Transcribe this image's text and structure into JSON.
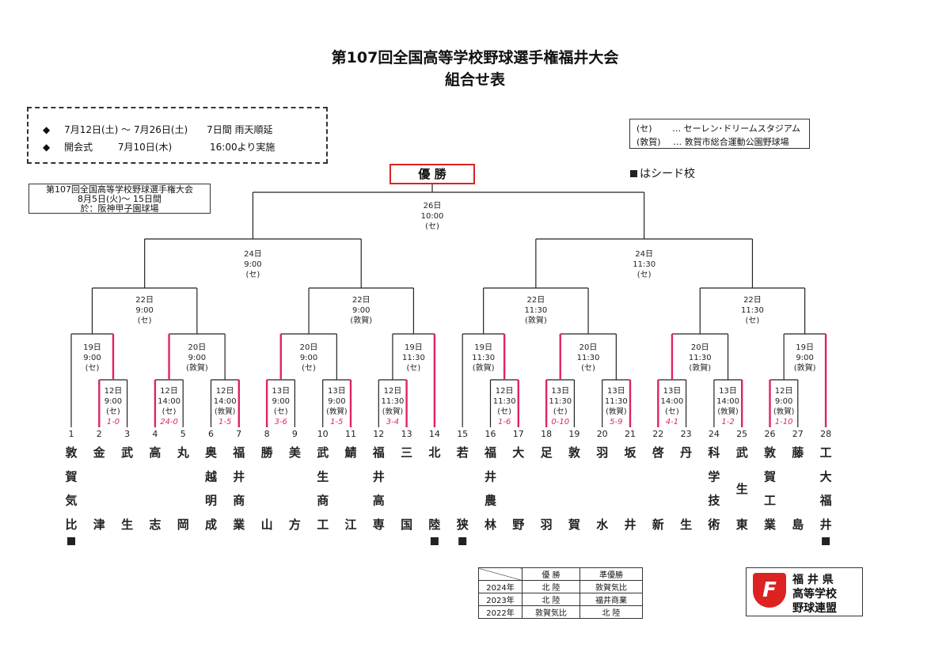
{
  "header": {
    "title": "第107回全国高等学校野球選手権福井大会",
    "subtitle": "組合せ表"
  },
  "info": {
    "line1_dates": "7月12日(土) ～ 7月26日(土)",
    "line1_days": "7日間 雨天順延",
    "line2_label": "開会式",
    "line2_date": "7月10日(木)",
    "line2_time": "16:00より実施",
    "bullet": "◆"
  },
  "venues": {
    "line1_abbr": "(セ)",
    "line1_name": "… セーレン･ドリームスタジアム",
    "line2_abbr": "(敦賀)",
    "line2_name": "… 敦賀市総合運動公園野球場"
  },
  "koshien": {
    "line1": "第107回全国高等学校野球選手権大会",
    "line2": "8月5日(火)～ 15日間",
    "line3": "於：阪神甲子園球場"
  },
  "winner_label": "優 勝",
  "seed_note": "はシード校",
  "teams": [
    {
      "num": "1",
      "name": "敦賀気比",
      "seed": true
    },
    {
      "num": "2",
      "name": "金津",
      "seed": false
    },
    {
      "num": "3",
      "name": "武生",
      "seed": false
    },
    {
      "num": "4",
      "name": "高志",
      "seed": false
    },
    {
      "num": "5",
      "name": "丸岡",
      "seed": false
    },
    {
      "num": "6",
      "name": "奥越明成",
      "seed": false
    },
    {
      "num": "7",
      "name": "福井商業",
      "seed": false
    },
    {
      "num": "8",
      "name": "勝山",
      "seed": false
    },
    {
      "num": "9",
      "name": "美方",
      "seed": false
    },
    {
      "num": "10",
      "name": "武生商工",
      "seed": false
    },
    {
      "num": "11",
      "name": "鯖江",
      "seed": false
    },
    {
      "num": "12",
      "name": "福井高専",
      "seed": false
    },
    {
      "num": "13",
      "name": "三国",
      "seed": false
    },
    {
      "num": "14",
      "name": "北陸",
      "seed": true
    },
    {
      "num": "15",
      "name": "若狭",
      "seed": true
    },
    {
      "num": "16",
      "name": "福井農林",
      "seed": false
    },
    {
      "num": "17",
      "name": "大野",
      "seed": false
    },
    {
      "num": "18",
      "name": "足羽",
      "seed": false
    },
    {
      "num": "19",
      "name": "敦賀",
      "seed": false
    },
    {
      "num": "20",
      "name": "羽水",
      "seed": false
    },
    {
      "num": "21",
      "name": "坂井",
      "seed": false
    },
    {
      "num": "22",
      "name": "啓新",
      "seed": false
    },
    {
      "num": "23",
      "name": "丹生",
      "seed": false
    },
    {
      "num": "24",
      "name": "科学技術",
      "seed": false
    },
    {
      "num": "25",
      "name": "武生東",
      "seed": false
    },
    {
      "num": "26",
      "name": "敦賀工業",
      "seed": false
    },
    {
      "num": "27",
      "name": "藤島",
      "seed": false
    },
    {
      "num": "28",
      "name": "工大福井",
      "seed": true
    }
  ],
  "round1": [
    {
      "day": "12日",
      "time": "9:00",
      "venue": "(セ)",
      "score": "1-0"
    },
    {
      "day": "12日",
      "time": "14:00",
      "venue": "(セ)",
      "score": "24-0"
    },
    {
      "day": "12日",
      "time": "14:00",
      "venue": "(敦賀)",
      "score": "1-5"
    },
    {
      "day": "13日",
      "time": "9:00",
      "venue": "(セ)",
      "score": "3-6"
    },
    {
      "day": "13日",
      "time": "9:00",
      "venue": "(敦賀)",
      "score": "1-5"
    },
    {
      "day": "12日",
      "time": "11:30",
      "venue": "(敦賀)",
      "score": "3-4"
    },
    {
      "day": "12日",
      "time": "11:30",
      "venue": "(セ)",
      "score": "1-6"
    },
    {
      "day": "13日",
      "time": "11:30",
      "venue": "(セ)",
      "score": "0-10"
    },
    {
      "day": "13日",
      "time": "11:30",
      "venue": "(敦賀)",
      "score": "5-9"
    },
    {
      "day": "13日",
      "time": "14:00",
      "venue": "(セ)",
      "score": "4-1"
    },
    {
      "day": "13日",
      "time": "14:00",
      "venue": "(敦賀)",
      "score": "1-2"
    },
    {
      "day": "12日",
      "time": "9:00",
      "venue": "(敦賀)",
      "score": "1-10"
    }
  ],
  "round2": [
    {
      "day": "19日",
      "time": "9:00",
      "venue": "(セ)"
    },
    {
      "day": "20日",
      "time": "9:00",
      "venue": "(敦賀)"
    },
    {
      "day": "20日",
      "time": "9:00",
      "venue": "(セ)"
    },
    {
      "day": "19日",
      "time": "11:30",
      "venue": "(セ)"
    },
    {
      "day": "19日",
      "time": "11:30",
      "venue": "(敦賀)"
    },
    {
      "day": "20日",
      "time": "11:30",
      "venue": "(セ)"
    },
    {
      "day": "20日",
      "time": "11:30",
      "venue": "(敦賀)"
    },
    {
      "day": "19日",
      "time": "9:00",
      "venue": "(敦賀)"
    }
  ],
  "quarterfinals": [
    {
      "day": "22日",
      "time": "9:00",
      "venue": "(セ)"
    },
    {
      "day": "22日",
      "time": "9:00",
      "venue": "(敦賀)"
    },
    {
      "day": "22日",
      "time": "11:30",
      "venue": "(敦賀)"
    },
    {
      "day": "22日",
      "time": "11:30",
      "venue": "(セ)"
    }
  ],
  "semifinals": [
    {
      "day": "24日",
      "time": "9:00",
      "venue": "(セ)"
    },
    {
      "day": "24日",
      "time": "11:30",
      "venue": "(セ)"
    }
  ],
  "final": {
    "day": "26日",
    "time": "10:00",
    "venue": "(セ)"
  },
  "past_results": {
    "header_winner": "優 勝",
    "header_runner": "準優勝",
    "rows": [
      {
        "year": "2024年",
        "winner": "北 陸",
        "runner": "敦賀気比"
      },
      {
        "year": "2023年",
        "winner": "北 陸",
        "runner": "福井商業"
      },
      {
        "year": "2022年",
        "winner": "敦賀気比",
        "runner": "北 陸"
      }
    ]
  },
  "logo": {
    "letter": "F",
    "line1": "福 井 県",
    "line2": "高等学校",
    "line3": "野球連盟"
  },
  "colors": {
    "ink": "#222222",
    "winner_red": "#dd2222",
    "score_red": "#e0245e"
  }
}
